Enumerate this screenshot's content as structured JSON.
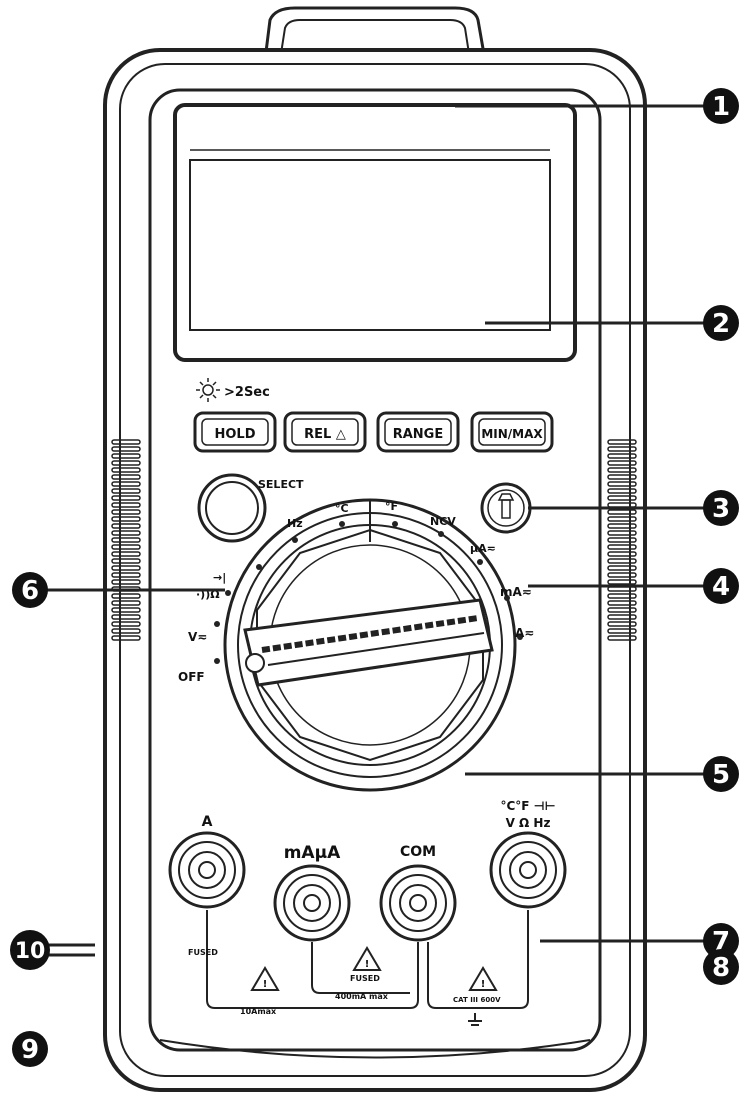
{
  "buttons": [
    {
      "id": "hold",
      "label": "HOLD"
    },
    {
      "id": "rel",
      "label": "REL △"
    },
    {
      "id": "range",
      "label": "RANGE"
    },
    {
      "id": "minmax",
      "label": "MIN/MAX"
    }
  ],
  "backlight_hint": ">2Sec",
  "select_label": "SELECT",
  "dial_labels": {
    "hz": "Hz",
    "celsius": "°C",
    "fahrenheit": "°F",
    "ncv": "NCV",
    "ua": "µA≂",
    "ma": "mA≂",
    "a": "A≂",
    "diode": "→|",
    "ohm_cont": "·))Ω",
    "v": "V≂",
    "off": "OFF"
  },
  "jack_labels": {
    "a": "A",
    "maua": "mAµA",
    "com": "COM",
    "vohm_line1": "°C°F ⊣⊢",
    "vohm_line2": "V Ω Hz"
  },
  "small_labels": {
    "fused_left": "FUSED",
    "fused_mid": "FUSED",
    "max10a": "10Amax",
    "max400ma": "400mA max",
    "catiii": "CAT III 600V"
  },
  "callouts": [
    "1",
    "2",
    "3",
    "4",
    "5",
    "6",
    "7",
    "8",
    "9",
    "10"
  ],
  "colors": {
    "outline": "#222222",
    "callout_fill": "#111111",
    "body_fill": "#ffffff"
  }
}
